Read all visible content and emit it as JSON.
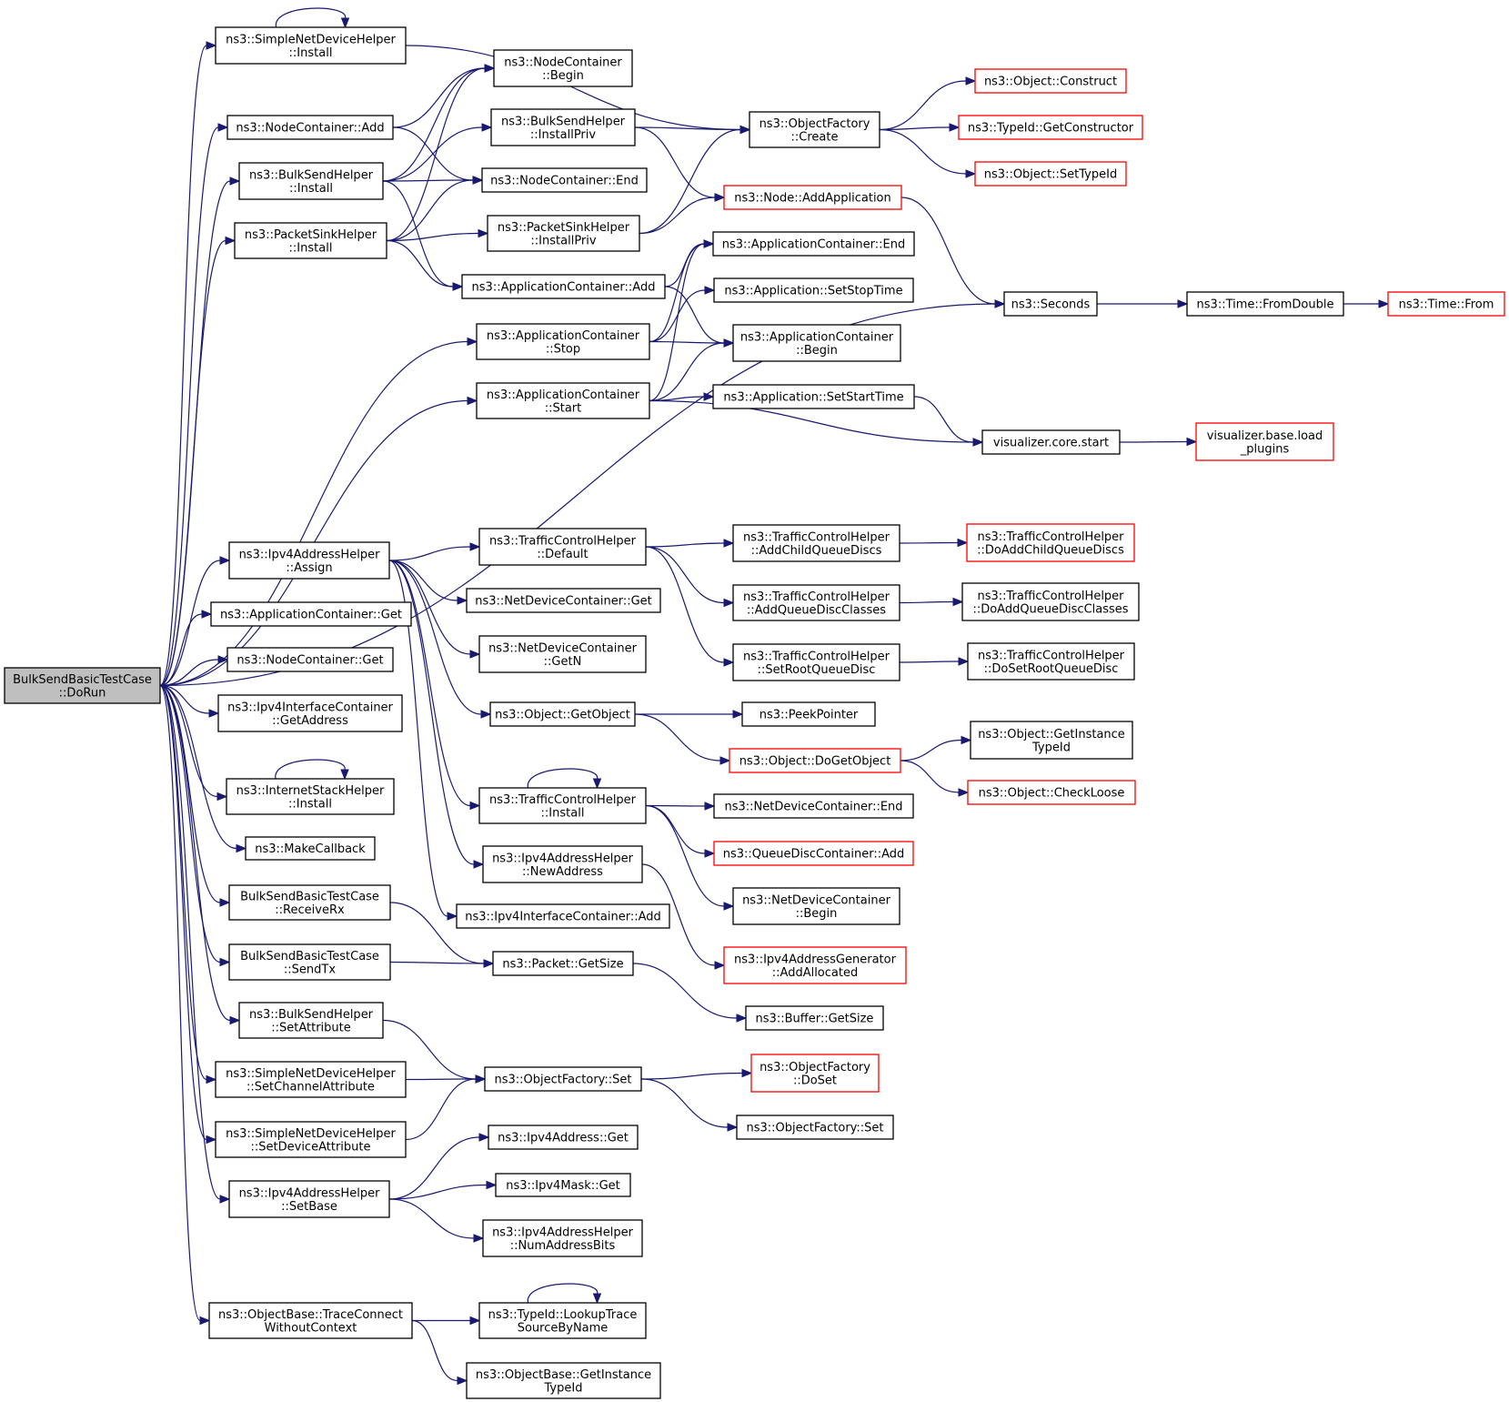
{
  "nodes": [
    {
      "id": "root",
      "lines": [
        "BulkSendBasicTestCase",
        "::DoRun"
      ],
      "kind": "root"
    },
    {
      "id": "snd_install",
      "lines": [
        "ns3::SimpleNetDeviceHelper",
        "::Install"
      ],
      "kind": "normal"
    },
    {
      "id": "nc_add",
      "lines": [
        "ns3::NodeContainer::Add"
      ],
      "kind": "normal"
    },
    {
      "id": "bs_install",
      "lines": [
        "ns3::BulkSendHelper",
        "::Install"
      ],
      "kind": "normal"
    },
    {
      "id": "ps_install",
      "lines": [
        "ns3::PacketSinkHelper",
        "::Install"
      ],
      "kind": "normal"
    },
    {
      "id": "nc_begin",
      "lines": [
        "ns3::NodeContainer",
        "::Begin"
      ],
      "kind": "normal"
    },
    {
      "id": "bs_installpriv",
      "lines": [
        "ns3::BulkSendHelper",
        "::InstallPriv"
      ],
      "kind": "normal"
    },
    {
      "id": "nc_end",
      "lines": [
        "ns3::NodeContainer::End"
      ],
      "kind": "normal"
    },
    {
      "id": "ps_installpriv",
      "lines": [
        "ns3::PacketSinkHelper",
        "::InstallPriv"
      ],
      "kind": "normal"
    },
    {
      "id": "ac_add",
      "lines": [
        "ns3::ApplicationContainer::Add"
      ],
      "kind": "normal"
    },
    {
      "id": "ac_stop",
      "lines": [
        "ns3::ApplicationContainer",
        "::Stop"
      ],
      "kind": "normal"
    },
    {
      "id": "ac_start",
      "lines": [
        "ns3::ApplicationContainer",
        "::Start"
      ],
      "kind": "normal"
    },
    {
      "id": "of_create",
      "lines": [
        "ns3::ObjectFactory",
        "::Create"
      ],
      "kind": "normal"
    },
    {
      "id": "node_addapp",
      "lines": [
        "ns3::Node::AddApplication"
      ],
      "kind": "truncated"
    },
    {
      "id": "ac_end",
      "lines": [
        "ns3::ApplicationContainer::End"
      ],
      "kind": "normal"
    },
    {
      "id": "app_setstop",
      "lines": [
        "ns3::Application::SetStopTime"
      ],
      "kind": "normal"
    },
    {
      "id": "ac_begin",
      "lines": [
        "ns3::ApplicationContainer",
        "::Begin"
      ],
      "kind": "normal"
    },
    {
      "id": "app_setstart",
      "lines": [
        "ns3::Application::SetStartTime"
      ],
      "kind": "normal"
    },
    {
      "id": "obj_construct",
      "lines": [
        "ns3::Object::Construct"
      ],
      "kind": "truncated"
    },
    {
      "id": "typeid_getctor",
      "lines": [
        "ns3::TypeId::GetConstructor"
      ],
      "kind": "truncated"
    },
    {
      "id": "obj_settypeid",
      "lines": [
        "ns3::Object::SetTypeId"
      ],
      "kind": "truncated"
    },
    {
      "id": "seconds",
      "lines": [
        "ns3::Seconds"
      ],
      "kind": "normal"
    },
    {
      "id": "time_fromdouble",
      "lines": [
        "ns3::Time::FromDouble"
      ],
      "kind": "normal"
    },
    {
      "id": "time_from",
      "lines": [
        "ns3::Time::From"
      ],
      "kind": "truncated"
    },
    {
      "id": "viz_start",
      "lines": [
        "visualizer.core.start"
      ],
      "kind": "normal"
    },
    {
      "id": "viz_load",
      "lines": [
        "visualizer.base.load",
        "_plugins"
      ],
      "kind": "truncated"
    },
    {
      "id": "ipv4ah_assign",
      "lines": [
        "ns3::Ipv4AddressHelper",
        "::Assign"
      ],
      "kind": "normal"
    },
    {
      "id": "ac_get",
      "lines": [
        "ns3::ApplicationContainer::Get"
      ],
      "kind": "normal"
    },
    {
      "id": "nc_get",
      "lines": [
        "ns3::NodeContainer::Get"
      ],
      "kind": "normal"
    },
    {
      "id": "ipv4ic_getaddr",
      "lines": [
        "ns3::Ipv4InterfaceContainer",
        "::GetAddress"
      ],
      "kind": "normal"
    },
    {
      "id": "ish_install",
      "lines": [
        "ns3::InternetStackHelper",
        "::Install"
      ],
      "kind": "normal"
    },
    {
      "id": "makecallback",
      "lines": [
        "ns3::MakeCallback"
      ],
      "kind": "normal"
    },
    {
      "id": "receiverx",
      "lines": [
        "BulkSendBasicTestCase",
        "::ReceiveRx"
      ],
      "kind": "normal"
    },
    {
      "id": "sendtx",
      "lines": [
        "BulkSendBasicTestCase",
        "::SendTx"
      ],
      "kind": "normal"
    },
    {
      "id": "bs_setattr",
      "lines": [
        "ns3::BulkSendHelper",
        "::SetAttribute"
      ],
      "kind": "normal"
    },
    {
      "id": "snd_setchan",
      "lines": [
        "ns3::SimpleNetDeviceHelper",
        "::SetChannelAttribute"
      ],
      "kind": "normal"
    },
    {
      "id": "snd_setdev",
      "lines": [
        "ns3::SimpleNetDeviceHelper",
        "::SetDeviceAttribute"
      ],
      "kind": "normal"
    },
    {
      "id": "ipv4ah_setbase",
      "lines": [
        "ns3::Ipv4AddressHelper",
        "::SetBase"
      ],
      "kind": "normal"
    },
    {
      "id": "ob_tracecon",
      "lines": [
        "ns3::ObjectBase::TraceConnect",
        "WithoutContext"
      ],
      "kind": "normal"
    },
    {
      "id": "tch_default",
      "lines": [
        "ns3::TrafficControlHelper",
        "::Default"
      ],
      "kind": "normal"
    },
    {
      "id": "ndc_get",
      "lines": [
        "ns3::NetDeviceContainer::Get"
      ],
      "kind": "normal"
    },
    {
      "id": "ndc_getn",
      "lines": [
        "ns3::NetDeviceContainer",
        "::GetN"
      ],
      "kind": "normal"
    },
    {
      "id": "obj_getobject",
      "lines": [
        "ns3::Object::GetObject"
      ],
      "kind": "normal"
    },
    {
      "id": "tch_install",
      "lines": [
        "ns3::TrafficControlHelper",
        "::Install"
      ],
      "kind": "normal"
    },
    {
      "id": "ipv4ah_newaddr",
      "lines": [
        "ns3::Ipv4AddressHelper",
        "::NewAddress"
      ],
      "kind": "normal"
    },
    {
      "id": "ipv4ic_add",
      "lines": [
        "ns3::Ipv4InterfaceContainer::Add"
      ],
      "kind": "normal"
    },
    {
      "id": "pkt_getsize",
      "lines": [
        "ns3::Packet::GetSize"
      ],
      "kind": "normal"
    },
    {
      "id": "of_set",
      "lines": [
        "ns3::ObjectFactory::Set"
      ],
      "kind": "normal"
    },
    {
      "id": "ipv4addr_get",
      "lines": [
        "ns3::Ipv4Address::Get"
      ],
      "kind": "normal"
    },
    {
      "id": "ipv4mask_get",
      "lines": [
        "ns3::Ipv4Mask::Get"
      ],
      "kind": "normal"
    },
    {
      "id": "ipv4ah_numbits",
      "lines": [
        "ns3::Ipv4AddressHelper",
        "::NumAddressBits"
      ],
      "kind": "normal"
    },
    {
      "id": "typeid_lookup",
      "lines": [
        "ns3::TypeId::LookupTrace",
        "SourceByName"
      ],
      "kind": "normal"
    },
    {
      "id": "ob_getinst",
      "lines": [
        "ns3::ObjectBase::GetInstance",
        "TypeId"
      ],
      "kind": "normal"
    },
    {
      "id": "tch_addchild",
      "lines": [
        "ns3::TrafficControlHelper",
        "::AddChildQueueDiscs"
      ],
      "kind": "normal"
    },
    {
      "id": "tch_addqdc",
      "lines": [
        "ns3::TrafficControlHelper",
        "::AddQueueDiscClasses"
      ],
      "kind": "normal"
    },
    {
      "id": "tch_setroot",
      "lines": [
        "ns3::TrafficControlHelper",
        "::SetRootQueueDisc"
      ],
      "kind": "normal"
    },
    {
      "id": "peekpointer",
      "lines": [
        "ns3::PeekPointer"
      ],
      "kind": "normal"
    },
    {
      "id": "obj_dogetobject",
      "lines": [
        "ns3::Object::DoGetObject"
      ],
      "kind": "truncated"
    },
    {
      "id": "ndc_end",
      "lines": [
        "ns3::NetDeviceContainer::End"
      ],
      "kind": "normal"
    },
    {
      "id": "qdc_add",
      "lines": [
        "ns3::QueueDiscContainer::Add"
      ],
      "kind": "truncated"
    },
    {
      "id": "ndc_begin",
      "lines": [
        "ns3::NetDeviceContainer",
        "::Begin"
      ],
      "kind": "normal"
    },
    {
      "id": "ipv4ag_alloc",
      "lines": [
        "ns3::Ipv4AddressGenerator",
        "::AddAllocated"
      ],
      "kind": "truncated"
    },
    {
      "id": "buf_getsize",
      "lines": [
        "ns3::Buffer::GetSize"
      ],
      "kind": "normal"
    },
    {
      "id": "of_doset",
      "lines": [
        "ns3::ObjectFactory",
        "::DoSet"
      ],
      "kind": "truncated"
    },
    {
      "id": "of_set2",
      "lines": [
        "ns3::ObjectFactory::Set"
      ],
      "kind": "normal"
    },
    {
      "id": "tch_doaddchild",
      "lines": [
        "ns3::TrafficControlHelper",
        "::DoAddChildQueueDiscs"
      ],
      "kind": "truncated"
    },
    {
      "id": "tch_doaddqdc",
      "lines": [
        "ns3::TrafficControlHelper",
        "::DoAddQueueDiscClasses"
      ],
      "kind": "normal"
    },
    {
      "id": "tch_dosetroot",
      "lines": [
        "ns3::TrafficControlHelper",
        "::DoSetRootQueueDisc"
      ],
      "kind": "normal"
    },
    {
      "id": "obj_getinsttid",
      "lines": [
        "ns3::Object::GetInstance",
        "TypeId"
      ],
      "kind": "normal"
    },
    {
      "id": "obj_checkloose",
      "lines": [
        "ns3::Object::CheckLoose"
      ],
      "kind": "truncated"
    }
  ],
  "edges": [
    [
      "root",
      "snd_install"
    ],
    [
      "root",
      "nc_add"
    ],
    [
      "root",
      "bs_install"
    ],
    [
      "root",
      "ps_install"
    ],
    [
      "root",
      "ac_stop"
    ],
    [
      "root",
      "ac_start"
    ],
    [
      "root",
      "seconds"
    ],
    [
      "root",
      "ipv4ah_assign"
    ],
    [
      "root",
      "ac_get"
    ],
    [
      "root",
      "nc_get"
    ],
    [
      "root",
      "ipv4ic_getaddr"
    ],
    [
      "root",
      "ish_install"
    ],
    [
      "root",
      "makecallback"
    ],
    [
      "root",
      "receiverx"
    ],
    [
      "root",
      "sendtx"
    ],
    [
      "root",
      "bs_setattr"
    ],
    [
      "root",
      "snd_setchan"
    ],
    [
      "root",
      "snd_setdev"
    ],
    [
      "root",
      "ipv4ah_setbase"
    ],
    [
      "root",
      "ob_tracecon"
    ],
    [
      "snd_install",
      "snd_install"
    ],
    [
      "snd_install",
      "of_create"
    ],
    [
      "nc_add",
      "nc_begin"
    ],
    [
      "nc_add",
      "nc_end"
    ],
    [
      "bs_install",
      "nc_begin"
    ],
    [
      "bs_install",
      "bs_installpriv"
    ],
    [
      "bs_install",
      "nc_end"
    ],
    [
      "bs_install",
      "ac_add"
    ],
    [
      "ps_install",
      "nc_begin"
    ],
    [
      "ps_install",
      "nc_end"
    ],
    [
      "ps_install",
      "ps_installpriv"
    ],
    [
      "ps_install",
      "ac_add"
    ],
    [
      "bs_installpriv",
      "of_create"
    ],
    [
      "bs_installpriv",
      "node_addapp"
    ],
    [
      "ps_installpriv",
      "of_create"
    ],
    [
      "ps_installpriv",
      "node_addapp"
    ],
    [
      "ac_add",
      "ac_end"
    ],
    [
      "ac_add",
      "ac_begin"
    ],
    [
      "ac_stop",
      "ac_end"
    ],
    [
      "ac_stop",
      "app_setstop"
    ],
    [
      "ac_stop",
      "ac_begin"
    ],
    [
      "ac_start",
      "ac_end"
    ],
    [
      "ac_start",
      "ac_begin"
    ],
    [
      "ac_start",
      "app_setstart"
    ],
    [
      "ac_start",
      "viz_start"
    ],
    [
      "of_create",
      "obj_construct"
    ],
    [
      "of_create",
      "typeid_getctor"
    ],
    [
      "of_create",
      "obj_settypeid"
    ],
    [
      "node_addapp",
      "seconds"
    ],
    [
      "app_setstart",
      "viz_start"
    ],
    [
      "seconds",
      "time_fromdouble"
    ],
    [
      "time_fromdouble",
      "time_from"
    ],
    [
      "viz_start",
      "viz_load"
    ],
    [
      "ipv4ah_assign",
      "tch_default"
    ],
    [
      "ipv4ah_assign",
      "ndc_get"
    ],
    [
      "ipv4ah_assign",
      "ndc_getn"
    ],
    [
      "ipv4ah_assign",
      "obj_getobject"
    ],
    [
      "ipv4ah_assign",
      "tch_install"
    ],
    [
      "ipv4ah_assign",
      "ipv4ah_newaddr"
    ],
    [
      "ipv4ah_assign",
      "ipv4ic_add"
    ],
    [
      "ish_install",
      "ish_install"
    ],
    [
      "receiverx",
      "pkt_getsize"
    ],
    [
      "sendtx",
      "pkt_getsize"
    ],
    [
      "bs_setattr",
      "of_set"
    ],
    [
      "snd_setchan",
      "of_set"
    ],
    [
      "snd_setdev",
      "of_set"
    ],
    [
      "ipv4ah_setbase",
      "ipv4addr_get"
    ],
    [
      "ipv4ah_setbase",
      "ipv4mask_get"
    ],
    [
      "ipv4ah_setbase",
      "ipv4ah_numbits"
    ],
    [
      "ob_tracecon",
      "typeid_lookup"
    ],
    [
      "ob_tracecon",
      "ob_getinst"
    ],
    [
      "typeid_lookup",
      "typeid_lookup"
    ],
    [
      "tch_default",
      "tch_addchild"
    ],
    [
      "tch_default",
      "tch_addqdc"
    ],
    [
      "tch_default",
      "tch_setroot"
    ],
    [
      "tch_addchild",
      "tch_doaddchild"
    ],
    [
      "tch_addqdc",
      "tch_doaddqdc"
    ],
    [
      "tch_setroot",
      "tch_dosetroot"
    ],
    [
      "obj_getobject",
      "peekpointer"
    ],
    [
      "obj_getobject",
      "obj_dogetobject"
    ],
    [
      "obj_dogetobject",
      "obj_getinsttid"
    ],
    [
      "obj_dogetobject",
      "obj_checkloose"
    ],
    [
      "tch_install",
      "tch_install"
    ],
    [
      "tch_install",
      "ndc_end"
    ],
    [
      "tch_install",
      "qdc_add"
    ],
    [
      "tch_install",
      "ndc_begin"
    ],
    [
      "ipv4ah_newaddr",
      "ipv4ag_alloc"
    ],
    [
      "pkt_getsize",
      "buf_getsize"
    ],
    [
      "of_set",
      "of_doset"
    ],
    [
      "of_set",
      "of_set2"
    ]
  ],
  "colors": {
    "edge": "#191970",
    "node_border": "#000000",
    "truncated_border": "#ff0000",
    "root_fill": "#bfbfbf"
  }
}
